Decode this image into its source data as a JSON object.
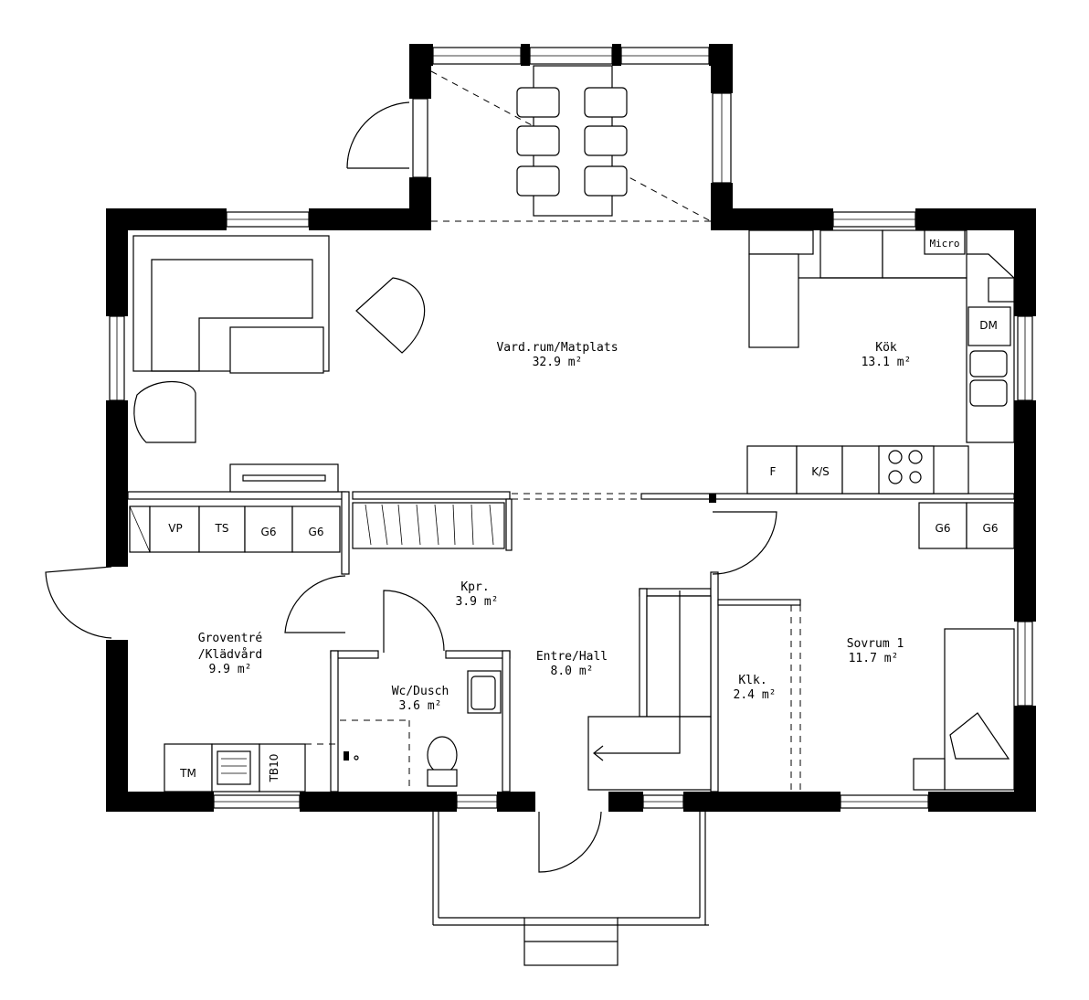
{
  "rooms": {
    "living": {
      "name": "Vard.rum/Matplats",
      "area": "32.9 m²"
    },
    "kitchen": {
      "name": "Kök",
      "area": "13.1 m²"
    },
    "closet_hall": {
      "name": "Kpr.",
      "area": "3.9 m²"
    },
    "mudroom": {
      "name_line1": "Groventré",
      "name_line2": "/Klädvård",
      "area": "9.9 m²"
    },
    "bathroom": {
      "name": "Wc/Dusch",
      "area": "3.6 m²"
    },
    "entrance": {
      "name": "Entre/Hall",
      "area": "8.0 m²"
    },
    "walkin": {
      "name": "Klk.",
      "area": "2.4 m²"
    },
    "bedroom": {
      "name": "Sovrum 1",
      "area": "11.7 m²"
    }
  },
  "fixtures": {
    "micro": "Micro",
    "dm": "DM",
    "f": "F",
    "ks": "K/S",
    "vp": "VP",
    "ts": "TS",
    "g6_a": "G6",
    "g6_b": "G6",
    "g6_c": "G6",
    "g6_d": "G6",
    "tm": "TM",
    "tb10": "TB10"
  }
}
